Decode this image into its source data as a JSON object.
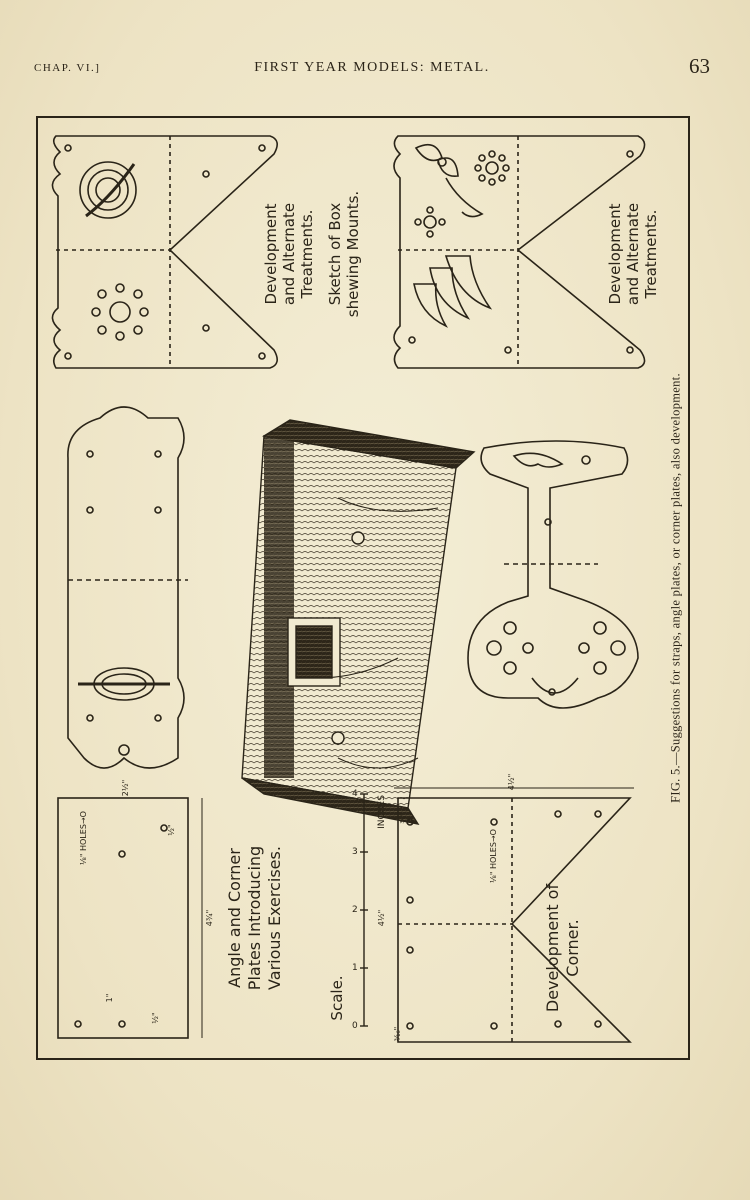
{
  "header": {
    "chapter": "CHAP. VI.]",
    "title": "FIRST YEAR MODELS: METAL.",
    "page_number": "63"
  },
  "figure": {
    "caption": "FIG. 5.—Suggestions for straps, angle plates, or corner plates, also development.",
    "labels": {
      "corner_top": [
        "Development",
        "and Alternate",
        "Treatments."
      ],
      "corner_bottom": [
        "Development",
        "and Alternate",
        "Treatments."
      ],
      "sketch": [
        "Sketch of Box",
        "shewing Mounts."
      ],
      "angle_plates": [
        "Angle and Corner",
        "Plates Introducing",
        "Various Exercises."
      ],
      "development_corner": [
        "Development of",
        "Corner."
      ],
      "scale": "Scale.",
      "inches": "INCHES",
      "scale_ticks": [
        "0",
        "1",
        "2",
        "3",
        "4"
      ],
      "holes_top": "⅛\" HOLES→O",
      "holes_bottom": "⅛\" HOLES→O",
      "dim_2_5": "2½\"",
      "dim_4_75": "4¾\"",
      "dim_4_5_a": "4½\"",
      "dim_4_5_b": "4½\"",
      "dim_1": "1\"",
      "dim_half": "½\"",
      "dim_half_b": "½\"",
      "dim_3_8": "⅜\"",
      "dim_3_16": "³⁄₁₆\""
    }
  }
}
